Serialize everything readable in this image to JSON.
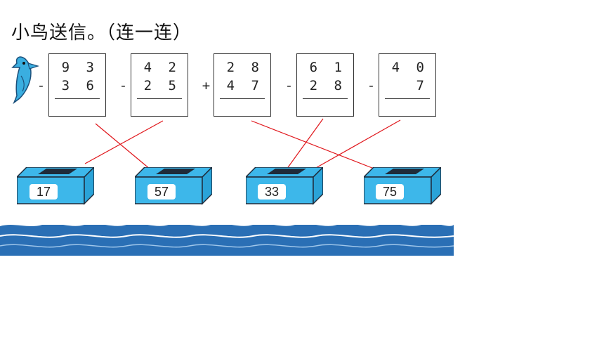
{
  "title": "小鸟送信。（连一连）",
  "problems": [
    {
      "top": "9 3",
      "bottom": "- 3 6"
    },
    {
      "top": "4 2",
      "bottom": "- 2 5"
    },
    {
      "top": "2 8",
      "bottom": "+ 4 7"
    },
    {
      "top": "6 1",
      "bottom": "- 2 8"
    },
    {
      "top": "4 0",
      "bottom": "-   7"
    }
  ],
  "answers": [
    "17",
    "57",
    "33",
    "75"
  ],
  "colors": {
    "box_blue": "#3db7ea",
    "box_dark": "#1f2b3a",
    "line_red": "#e0161b",
    "water_blue": "#2a6fb5"
  }
}
